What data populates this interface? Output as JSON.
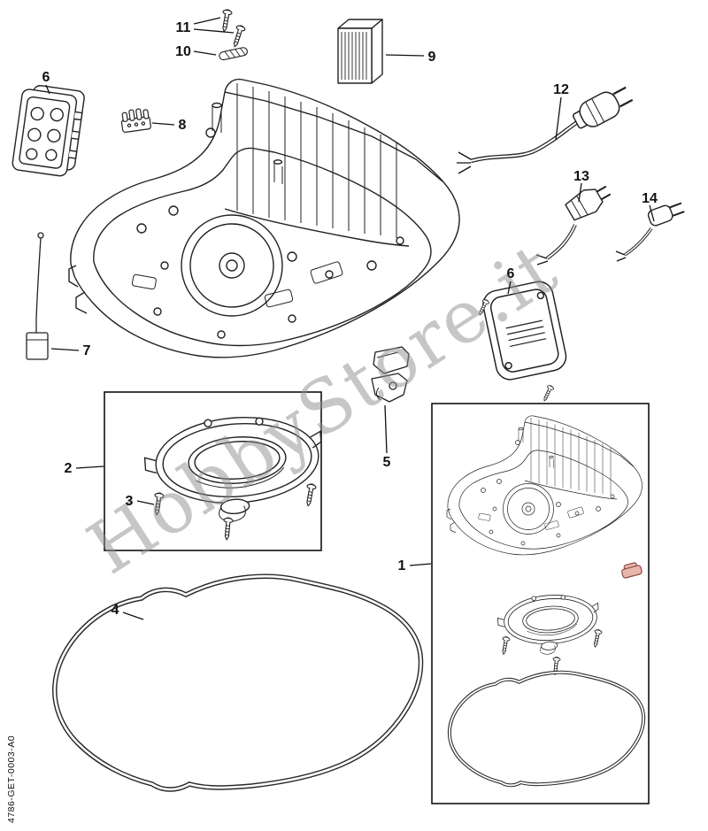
{
  "diagram": {
    "watermark": "HobbyStore.it",
    "doc_code": "4786-GET-0003-A0",
    "colors": {
      "line": "#222222",
      "watermark": "#8f8f8f",
      "highlight_clip": "#e9b6ac"
    },
    "callouts": {
      "c1": "1",
      "c2": "2",
      "c3": "3",
      "c4": "4",
      "c5": "5",
      "c6a": "6",
      "c6b": "6",
      "c7": "7",
      "c8": "8",
      "c9": "9",
      "c10": "10",
      "c11": "11",
      "c12": "12",
      "c13": "13",
      "c14": "14"
    }
  }
}
